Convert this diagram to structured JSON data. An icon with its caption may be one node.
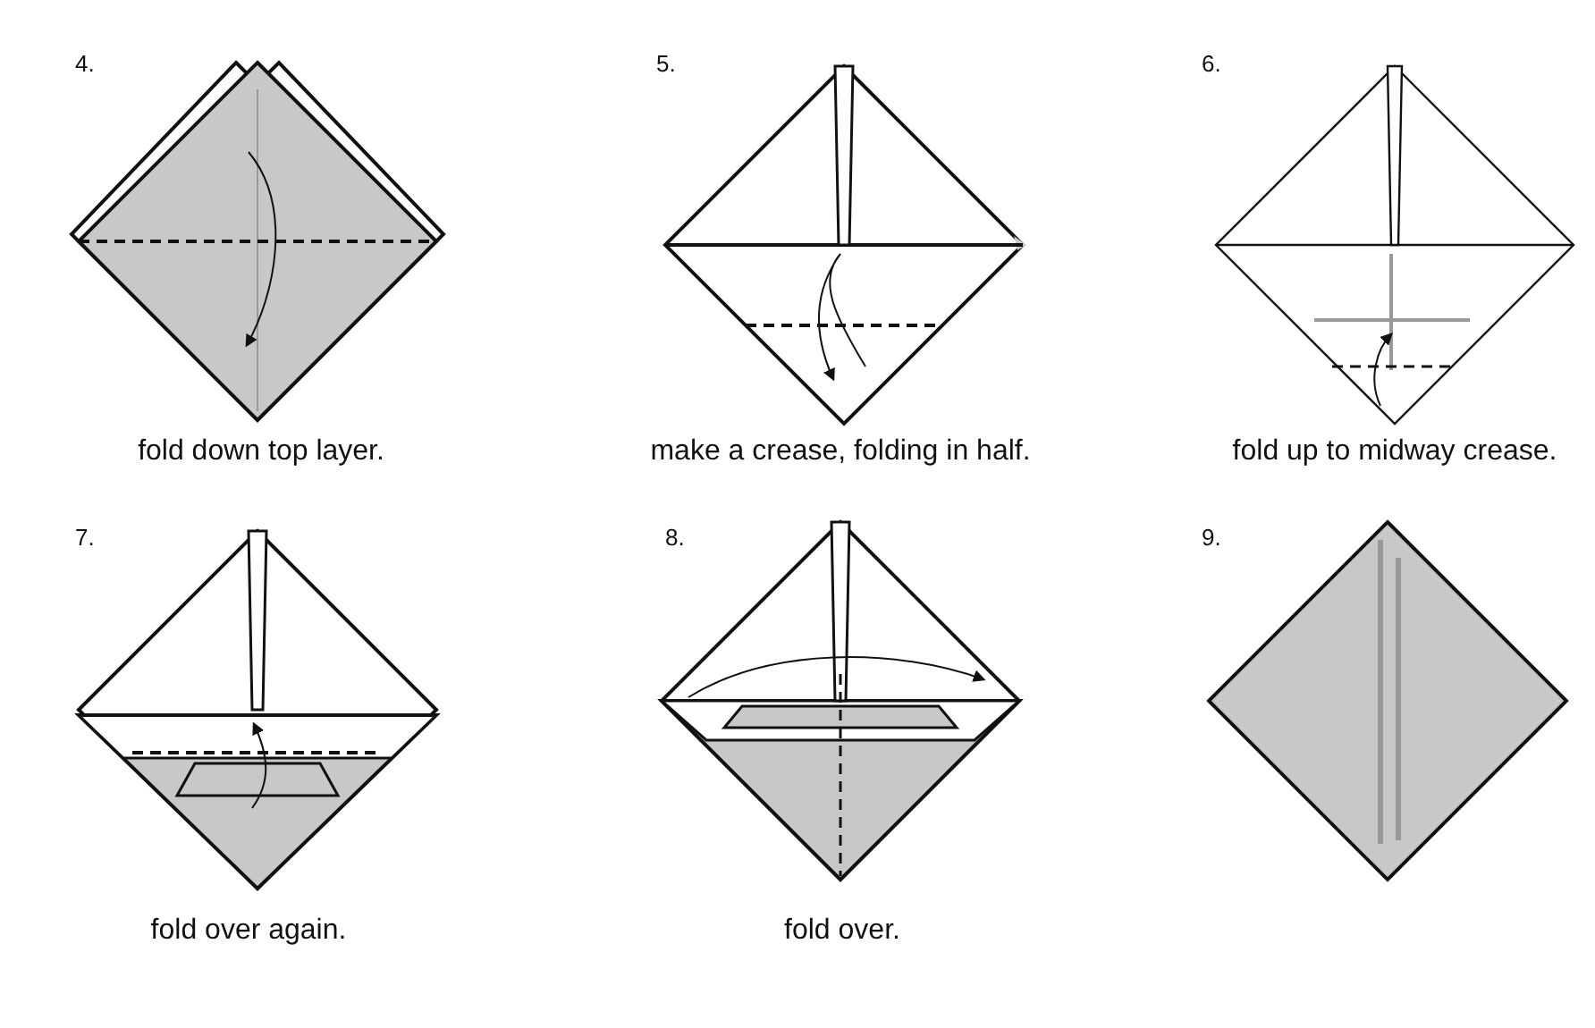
{
  "diagram": {
    "labels": [
      "4.",
      "5.",
      "6.",
      "fold down top layer.",
      "make a crease, folding in half.",
      "fold up to midway crease.",
      "7.",
      "8.",
      "9.",
      "fold over again.",
      "fold over."
    ]
  }
}
